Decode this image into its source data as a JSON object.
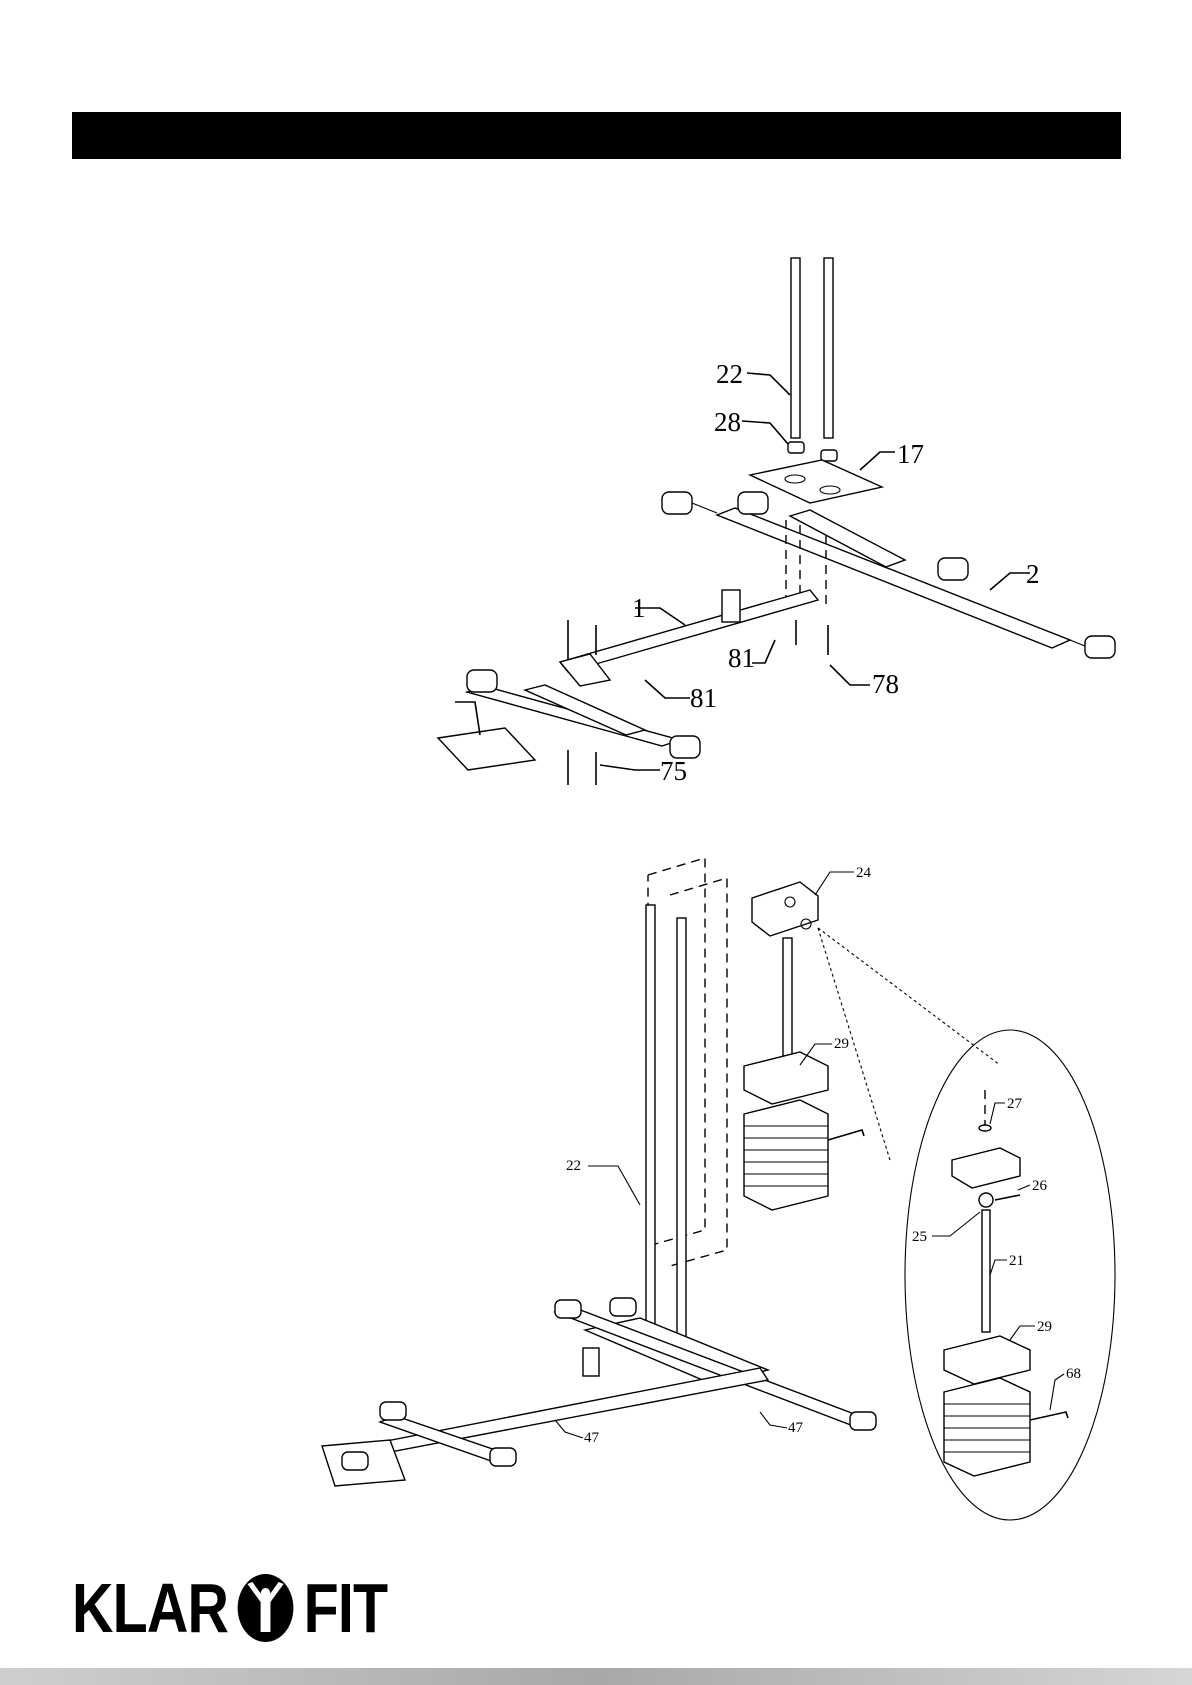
{
  "callouts_top": {
    "c22": "22",
    "c28": "28",
    "c17": "17",
    "c2": "2",
    "c1": "1",
    "c81a": "81",
    "c81b": "81",
    "c78": "78",
    "c75": "75"
  },
  "callouts_bottom": {
    "c24": "24",
    "c29a": "29",
    "c22": "22",
    "c47a": "47",
    "c47b": "47",
    "c27": "27",
    "c26": "26",
    "c25": "25",
    "c21": "21",
    "c29b": "29",
    "c68": "68"
  },
  "logo": {
    "left": "KLAR",
    "right": "FIT",
    "mark_icon": "figure-in-circle-icon"
  },
  "colors": {
    "header_bar": "#000000",
    "ink": "#000000"
  }
}
